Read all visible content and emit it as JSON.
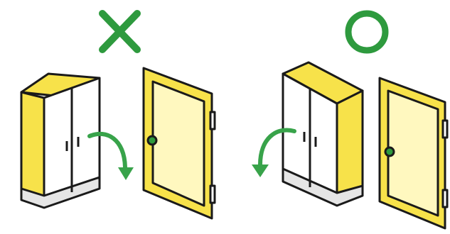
{
  "panels": [
    {
      "mark": "wrong-mark",
      "door_side": "right",
      "arrow_direction": "rotate-right"
    },
    {
      "mark": "correct-mark",
      "door_side": "left",
      "arrow_direction": "rotate-left"
    }
  ],
  "colors": {
    "stroke": "#1a1a1a",
    "cabinet_yellow": "#f7e24a",
    "door_fill": "#fff8bf",
    "mark_green": "#2e9a3e",
    "arrow_green": "#38a34a",
    "white": "#ffffff",
    "shadow_gray": "#e5e5e5"
  }
}
